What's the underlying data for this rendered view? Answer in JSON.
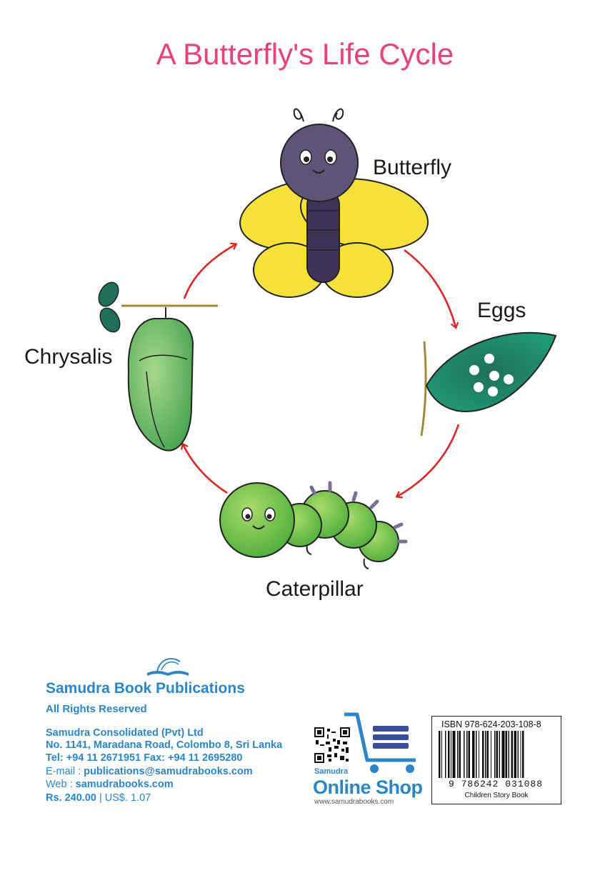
{
  "title": "A Butterfly's Life Cycle",
  "stages": {
    "butterfly": "Butterfly",
    "eggs": "Eggs",
    "caterpillar": "Caterpillar",
    "chrysalis": "Chrysalis"
  },
  "colors": {
    "title": "#e8417d",
    "arrow": "#e02424",
    "publisher_blue": "#2a86c8",
    "wing_yellow": "#f6e03a",
    "body_purple": "#5e5478",
    "leaf_green": "#1f8f6a",
    "caterpillar_green": "#6cc24a"
  },
  "publisher": {
    "name": "Samudra Book Publications",
    "rights": "All Rights Reserved",
    "company": "Samudra Consolidated (Pvt) Ltd",
    "address": "No. 1141, Maradana Road, Colombo 8, Sri Lanka",
    "tel": "Tel: +94 11 2671951 Fax: +94 11 2695280",
    "email_label": "E-mail : ",
    "email": "publications@samudrabooks.com",
    "web_label": "Web : ",
    "web": "samudrabooks.com",
    "price_lkr": "Rs. 240.00",
    "price_sep": "|",
    "price_usd": "US$. 1.07"
  },
  "shop": {
    "brand": "Samudra",
    "title": "Online Shop",
    "web": "www.samudrabooks.com"
  },
  "barcode": {
    "isbn": "ISBN 978-624-203-108-8",
    "digits": "9 786242 031088",
    "category": "Children Story Book"
  }
}
